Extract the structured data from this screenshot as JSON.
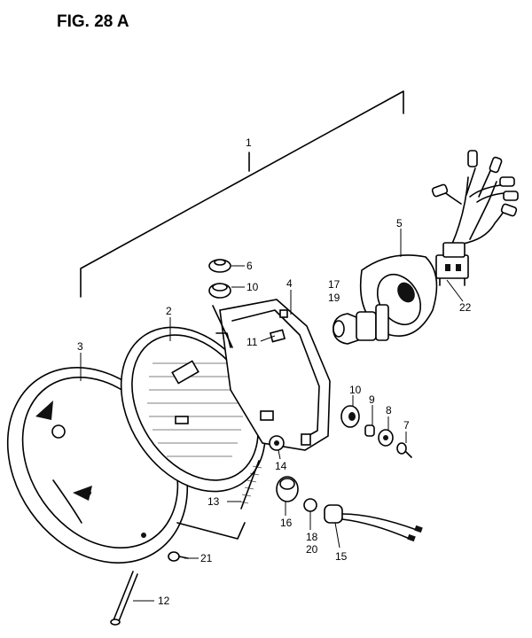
{
  "figure": {
    "title": "FIG. 28 A"
  },
  "labels": {
    "p1": "1",
    "p2": "2",
    "p3": "3",
    "p4": "4",
    "p5": "5",
    "p6": "6",
    "p7": "7",
    "p8": "8",
    "p9": "9",
    "p10a": "10",
    "p10b": "10",
    "p11": "11",
    "p12": "12",
    "p13": "13",
    "p14": "14",
    "p15": "15",
    "p16": "16",
    "p17": "17",
    "p18": "18",
    "p19": "19",
    "p20": "20",
    "p21": "21",
    "p22": "22"
  }
}
